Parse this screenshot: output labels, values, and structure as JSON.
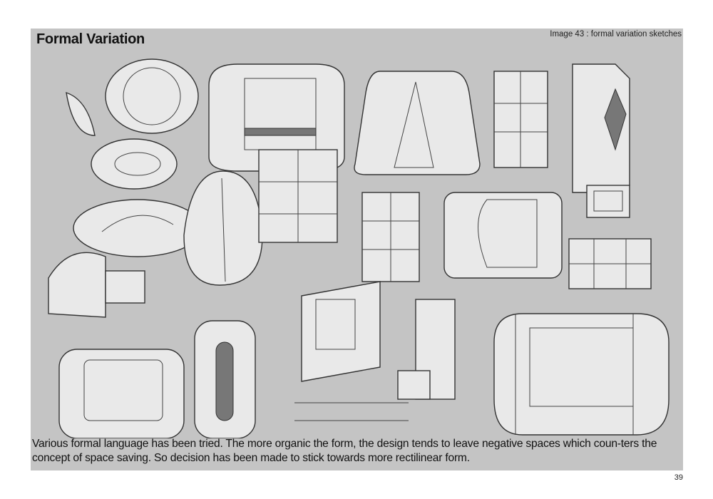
{
  "page": {
    "title": "Formal Variation",
    "image_caption": "Image 43 : formal variation sketches",
    "body_text": "Various formal language has been tried. The more organic the form, the design tends to leave negative spaces which coun-ters the concept of space saving. So decision has been made to stick towards more rectilinear form.",
    "page_number": "39"
  },
  "colors": {
    "panel": "#c4c4c4",
    "sketch_paper": "#e9e9e9"
  }
}
